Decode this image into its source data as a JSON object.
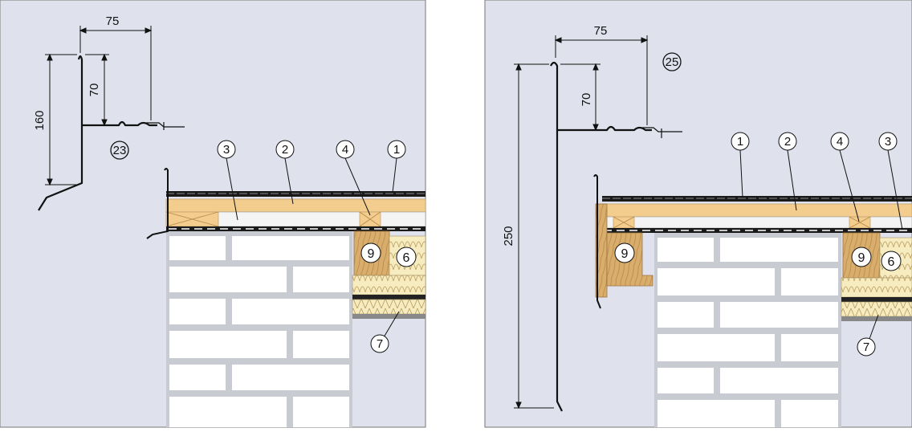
{
  "colors": {
    "panel_bg": "#dfe2ec",
    "panel_border": "#8a8a8a",
    "brick": "#ffffff",
    "mortar": "#c9cbd3",
    "timber": "#f2cd8e",
    "timber_dark": "#c9a36a",
    "post": "#d9ad6c",
    "insulation": "#f6ecc0",
    "membrane": "#1a1a1a",
    "line": "#111111"
  },
  "left_panel": {
    "dim_width": "75",
    "dim_height_total": "160",
    "dim_height_upper": "70",
    "profile_label": "23",
    "callouts": [
      "1",
      "2",
      "3",
      "4",
      "6",
      "7",
      "9"
    ]
  },
  "right_panel": {
    "dim_width": "75",
    "dim_height_total": "250",
    "dim_height_upper": "70",
    "profile_label": "25",
    "callouts": [
      "1",
      "2",
      "3",
      "4",
      "6",
      "7",
      "9"
    ]
  }
}
